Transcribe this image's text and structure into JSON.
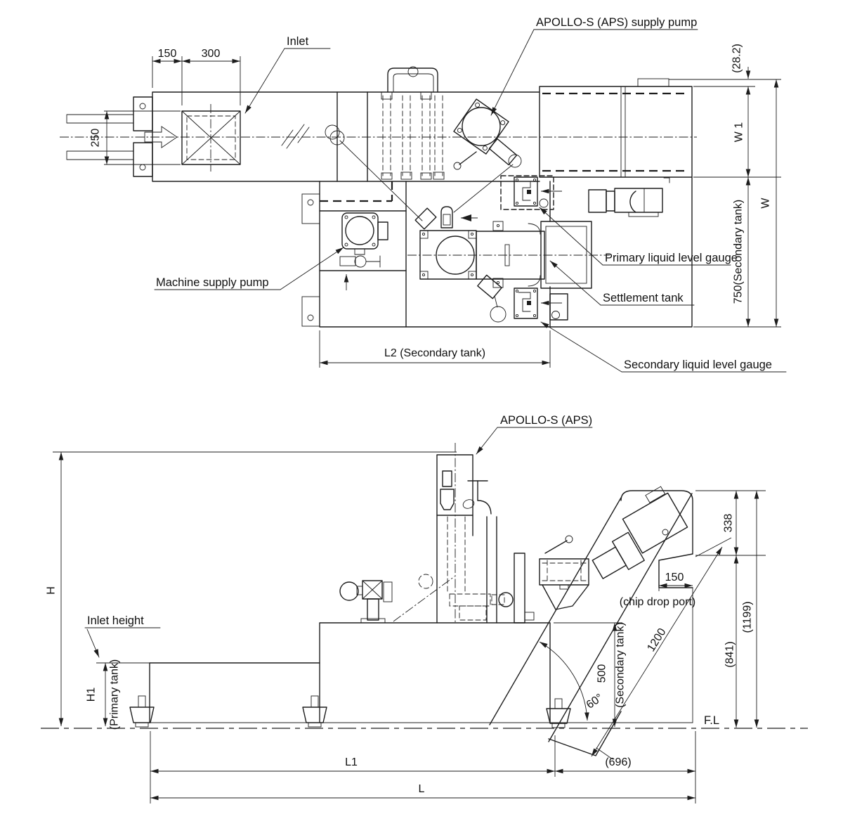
{
  "plan": {
    "labels": {
      "supply_pump": "APOLLO-S (APS) supply pump",
      "inlet": "Inlet",
      "machine_supply_pump": "Machine supply pump",
      "primary_gauge": "Primary liquid level gauge",
      "settlement_tank": "Settlement tank",
      "secondary_gauge": "Secondary liquid level gauge"
    },
    "dims": {
      "d150": "150",
      "d300": "300",
      "d250": "250",
      "d28_2": "(28.2)",
      "w1": "W 1",
      "w": "W",
      "d750": "750(Secondary tank)",
      "l2": "L2 (Secondary tank)"
    }
  },
  "side": {
    "labels": {
      "apollo": "APOLLO-S (APS)",
      "inlet_height": "Inlet height",
      "chip_drop_port": "(chip drop port)",
      "fl": "F.L"
    },
    "dims": {
      "h": "H",
      "h1": "H1",
      "primary_tank": "(Primary tank)",
      "d338": "338",
      "d1199": "(1199)",
      "d841": "(841)",
      "d150": "150",
      "d500": "500",
      "secondary_tank": "(Secondary tank)",
      "d1200": "1200",
      "angle": "60°",
      "d696": "(696)",
      "l1": "L1",
      "l": "L"
    }
  }
}
